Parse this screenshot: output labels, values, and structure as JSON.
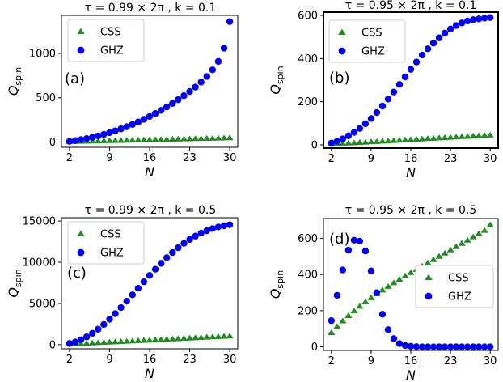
{
  "colors": {
    "css": "#228b22",
    "ghz": "#0000ee",
    "frame": "#000000"
  },
  "chart_data": [
    {
      "type": "scatter",
      "title": "τ = 0.99 × 2π ,  k = 0.1",
      "panel_label": "(a)",
      "xlabel": "N",
      "ylabel": "Q",
      "ylabel_sub": "spin",
      "xticks": [
        2,
        9,
        16,
        23,
        30
      ],
      "yticks": [
        0,
        500,
        1000
      ],
      "xlim": [
        0.6,
        31.4
      ],
      "ylim": [
        -60,
        1430
      ],
      "legend": "top-left",
      "series": [
        {
          "name": "CSS",
          "marker": "triangle",
          "x": [
            2,
            3,
            4,
            5,
            6,
            7,
            8,
            9,
            10,
            11,
            12,
            13,
            14,
            15,
            16,
            17,
            18,
            19,
            20,
            21,
            22,
            23,
            24,
            25,
            26,
            27,
            28,
            29,
            30
          ],
          "y": [
            4,
            5,
            7,
            8,
            10,
            11,
            13,
            14,
            16,
            17,
            19,
            20,
            22,
            23,
            25,
            26,
            28,
            29,
            31,
            32,
            34,
            35,
            37,
            38,
            40,
            41,
            43,
            44,
            46
          ]
        },
        {
          "name": "GHZ",
          "marker": "circle",
          "x": [
            2,
            3,
            4,
            5,
            6,
            7,
            8,
            9,
            10,
            11,
            12,
            13,
            14,
            15,
            16,
            17,
            18,
            19,
            20,
            21,
            22,
            23,
            24,
            25,
            26,
            27,
            28,
            29,
            30
          ],
          "y": [
            7,
            16,
            27,
            39,
            53,
            69,
            86,
            105,
            126,
            148,
            172,
            198,
            226,
            256,
            288,
            322,
            358,
            396,
            436,
            478,
            523,
            570,
            620,
            677,
            740,
            815,
            910,
            1060,
            1360
          ]
        }
      ]
    },
    {
      "type": "scatter",
      "title": "τ = 0.95 × 2π ,  k = 0.1",
      "panel_label": "(b)",
      "xlabel": "N",
      "ylabel": "Q",
      "ylabel_sub": "spin",
      "xticks": [
        2,
        9,
        16,
        23,
        30
      ],
      "yticks": [
        0,
        200,
        400,
        600
      ],
      "xlim": [
        0.6,
        31.4
      ],
      "ylim": [
        -15,
        615
      ],
      "legend": "top-left",
      "series": [
        {
          "name": "CSS",
          "marker": "triangle",
          "x": [
            2,
            3,
            4,
            5,
            6,
            7,
            8,
            9,
            10,
            11,
            12,
            13,
            14,
            15,
            16,
            17,
            18,
            19,
            20,
            21,
            22,
            23,
            24,
            25,
            26,
            27,
            28,
            29,
            30
          ],
          "y": [
            3,
            5,
            6,
            8,
            9,
            11,
            12,
            14,
            15,
            17,
            18,
            20,
            21,
            23,
            24,
            26,
            27,
            29,
            30,
            32,
            33,
            35,
            36,
            38,
            39,
            41,
            42,
            44,
            45
          ]
        },
        {
          "name": "GHZ",
          "marker": "circle",
          "x": [
            2,
            3,
            4,
            5,
            6,
            7,
            8,
            9,
            10,
            11,
            12,
            13,
            14,
            15,
            16,
            17,
            18,
            19,
            20,
            21,
            22,
            23,
            24,
            25,
            26,
            27,
            28,
            29,
            30
          ],
          "y": [
            8,
            17,
            28,
            42,
            58,
            76,
            98,
            122,
            150,
            180,
            212,
            245,
            280,
            315,
            350,
            384,
            416,
            445,
            472,
            496,
            518,
            537,
            553,
            565,
            574,
            580,
            584,
            587,
            590
          ]
        }
      ]
    },
    {
      "type": "scatter",
      "title": "τ = 0.99 × 2π ,  k = 0.5",
      "panel_label": "(c)",
      "xlabel": "N",
      "ylabel": "Q",
      "ylabel_sub": "spin",
      "xticks": [
        2,
        9,
        16,
        23,
        30
      ],
      "yticks": [
        0,
        5000,
        10000,
        15000
      ],
      "xlim": [
        0.6,
        31.4
      ],
      "ylim": [
        -500,
        15400
      ],
      "legend": "top-left",
      "series": [
        {
          "name": "CSS",
          "marker": "triangle",
          "x": [
            2,
            3,
            4,
            5,
            6,
            7,
            8,
            9,
            10,
            11,
            12,
            13,
            14,
            15,
            16,
            17,
            18,
            19,
            20,
            21,
            22,
            23,
            24,
            25,
            26,
            27,
            28,
            29,
            30
          ],
          "y": [
            70,
            100,
            130,
            165,
            200,
            235,
            270,
            305,
            340,
            375,
            410,
            445,
            480,
            515,
            550,
            585,
            620,
            655,
            690,
            725,
            760,
            795,
            830,
            865,
            900,
            935,
            970,
            1005,
            1040
          ]
        },
        {
          "name": "GHZ",
          "marker": "circle",
          "x": [
            2,
            3,
            4,
            5,
            6,
            7,
            8,
            9,
            10,
            11,
            12,
            13,
            14,
            15,
            16,
            17,
            18,
            19,
            20,
            21,
            22,
            23,
            24,
            25,
            26,
            27,
            28,
            29,
            30
          ],
          "y": [
            150,
            330,
            600,
            950,
            1380,
            1880,
            2450,
            3080,
            3770,
            4500,
            5270,
            6050,
            6840,
            7630,
            8400,
            9150,
            9870,
            10550,
            11180,
            11760,
            12290,
            12760,
            13170,
            13530,
            13830,
            14080,
            14280,
            14430,
            14550
          ]
        }
      ]
    },
    {
      "type": "scatter",
      "title": "τ = 0.95 × 2π ,  k = 0.5",
      "panel_label": "(d)",
      "xlabel": "N",
      "ylabel": "Q",
      "ylabel_sub": "spin",
      "xticks": [
        2,
        9,
        16,
        23,
        30
      ],
      "yticks": [
        0,
        200,
        400,
        600
      ],
      "xlim": [
        0.6,
        31.4
      ],
      "ylim": [
        -20,
        710
      ],
      "legend": "center-right",
      "series": [
        {
          "name": "CSS",
          "marker": "triangle",
          "x": [
            2,
            3,
            4,
            5,
            6,
            7,
            8,
            9,
            10,
            11,
            12,
            13,
            14,
            15,
            16,
            17,
            18,
            19,
            20,
            21,
            22,
            23,
            24,
            25,
            26,
            27,
            28,
            29,
            30
          ],
          "y": [
            78,
            112,
            143,
            172,
            199,
            224,
            248,
            271,
            293,
            314,
            334,
            354,
            373,
            392,
            410,
            428,
            446,
            464,
            482,
            500,
            518,
            536,
            554,
            572,
            590,
            608,
            626,
            644,
            675
          ]
        },
        {
          "name": "GHZ",
          "marker": "circle",
          "x": [
            2,
            3,
            4,
            5,
            6,
            7,
            8,
            9,
            10,
            11,
            12,
            13,
            14,
            15,
            16,
            17,
            18,
            19,
            20,
            21,
            22,
            23,
            24,
            25,
            26,
            27,
            28,
            29,
            30
          ],
          "y": [
            145,
            285,
            425,
            535,
            590,
            585,
            530,
            420,
            300,
            180,
            95,
            45,
            18,
            7,
            3,
            1,
            0,
            0,
            0,
            0,
            0,
            0,
            0,
            0,
            0,
            0,
            0,
            0,
            0
          ]
        }
      ]
    }
  ]
}
